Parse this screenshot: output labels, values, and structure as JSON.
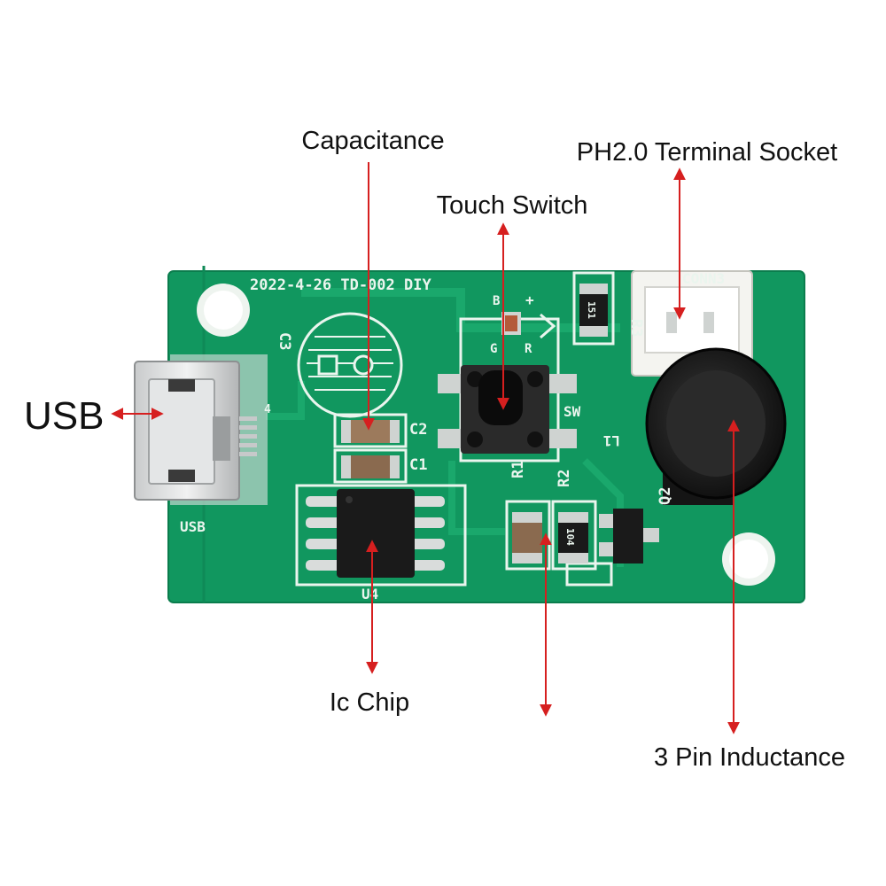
{
  "colors": {
    "pcb": "#11975f",
    "pcb_dark": "#0b7d4d",
    "trace": "#1aa86c",
    "silkscreen": "#eaf5ee",
    "arrow": "#d61f1f",
    "label": "#111111"
  },
  "labels": {
    "capacitance": "Capacitance",
    "ph_socket": "PH2.0 Terminal Socket",
    "touch_switch": "Touch Switch",
    "usb": "USB",
    "ic_chip": "Ic Chip",
    "inductance": "3 Pin Inductance"
  },
  "silkscreen": {
    "board_text": "2022-4-26 TD-002 DIY",
    "conn": "CONN3",
    "r3": "R3",
    "c3": "C3",
    "c2": "C2",
    "c1": "C1",
    "sw": "SW",
    "r1": "R1",
    "r2": "R2",
    "q2": "Q2",
    "u4": "U4",
    "usb": "USB",
    "l1": "L1",
    "led_b": "B",
    "led_g": "G",
    "led_r": "R",
    "plus": "+",
    "resistor_151": "151",
    "resistor_104": "104",
    "pin4": "4"
  }
}
